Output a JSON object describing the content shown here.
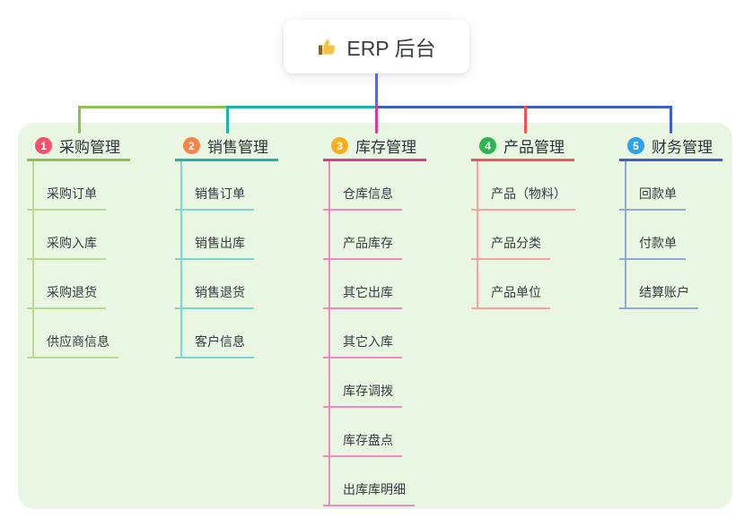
{
  "title": {
    "text": "ERP 后台",
    "icon": "thumbs-up-icon"
  },
  "canvas": {
    "background": "#ffffff",
    "panel_background": "#e9f6e2",
    "root_connector_color": "#5b68d8"
  },
  "branches": [
    {
      "number": "1",
      "label": "采购管理",
      "circle_color": "#f5506f",
      "line_color": "#8cc152",
      "child_line_color": "#b7db90",
      "children": [
        "采购订单",
        "采购入库",
        "采购退货",
        "供应商信息"
      ]
    },
    {
      "number": "2",
      "label": "销售管理",
      "circle_color": "#f98345",
      "line_color": "#1db4ae",
      "child_line_color": "#7fd4cf",
      "children": [
        "销售订单",
        "销售出库",
        "销售退货",
        "客户信息"
      ]
    },
    {
      "number": "3",
      "label": "库存管理",
      "circle_color": "#fbae17",
      "line_color": "#d93a97",
      "child_line_color": "#ef8ac4",
      "children": [
        "仓库信息",
        "产品库存",
        "其它出库",
        "其它入库",
        "库存调拨",
        "库存盘点",
        "出库库明细"
      ]
    },
    {
      "number": "4",
      "label": "产品管理",
      "circle_color": "#2eb553",
      "line_color": "#f25353",
      "child_line_color": "#f8a19e",
      "children": [
        "产品（物料）",
        "产品分类",
        "产品单位"
      ]
    },
    {
      "number": "5",
      "label": "财务管理",
      "circle_color": "#2aa4e8",
      "line_color": "#3c60c8",
      "child_line_color": "#92a8dc",
      "children": [
        "回款单",
        "付款单",
        "结算账户"
      ]
    }
  ]
}
